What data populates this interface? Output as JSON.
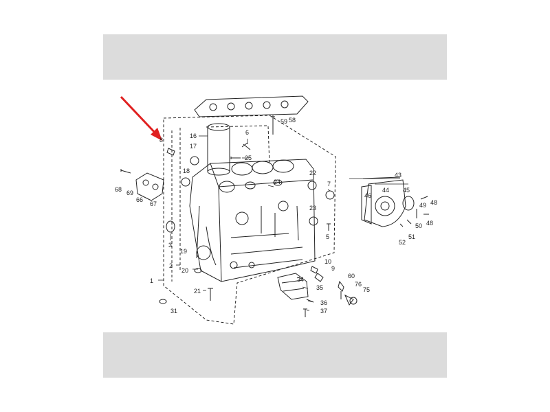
{
  "colors": {
    "band": "#dcdcdc",
    "ink": "#222222",
    "arrow": "#e02020",
    "paper": "#ffffff"
  },
  "diagram": {
    "callouts": {
      "c1": "1",
      "c2": "2",
      "c3": "3",
      "c5": "5",
      "c6": "6",
      "c7": "7",
      "c8": "8",
      "c9": "9",
      "c10": "10",
      "c16": "16",
      "c17": "17",
      "c18": "18",
      "c19": "19",
      "c20": "20",
      "c21": "21",
      "c22": "22",
      "c23": "23",
      "c24": "24",
      "c25": "25",
      "c31": "31",
      "c34": "34",
      "c35": "35",
      "c36": "36",
      "c37": "37",
      "c43": "43",
      "c44": "44",
      "c45": "45",
      "c46": "46",
      "c48a": "48",
      "c48b": "48",
      "c49": "49",
      "c50": "50",
      "c51": "51",
      "c52": "52",
      "c58": "58",
      "c59": "59",
      "c60": "60",
      "c66": "66",
      "c67": "67",
      "c68": "68",
      "c69": "69",
      "c75": "75",
      "c76": "76"
    },
    "icons": {
      "pointer": "red-arrow-icon"
    }
  }
}
